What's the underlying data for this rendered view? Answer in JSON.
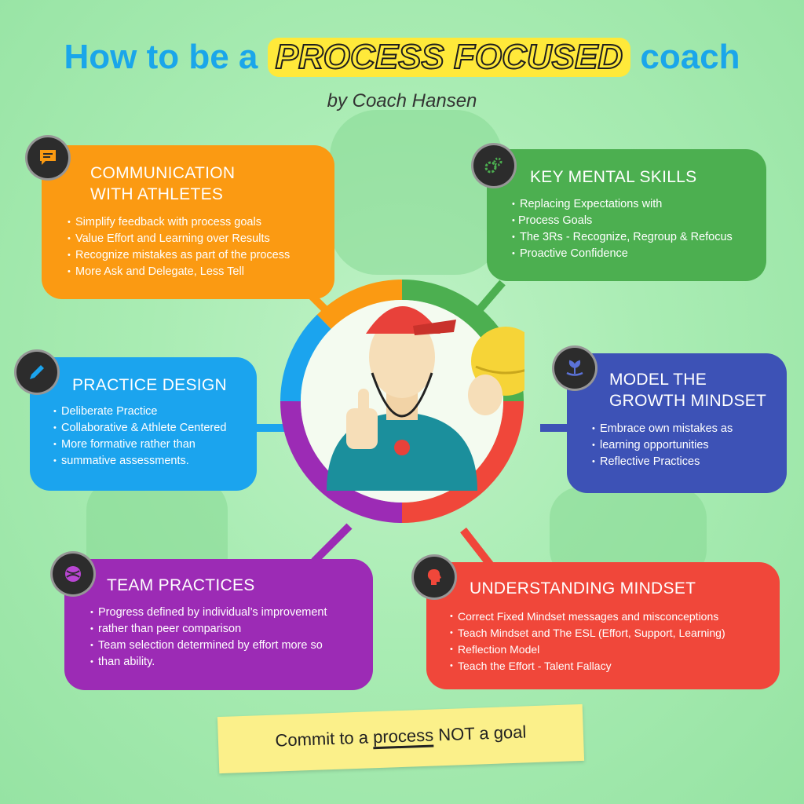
{
  "header": {
    "title_prefix": "How to be a",
    "title_highlight": "PROCESS FOCUSED",
    "title_suffix": "coach",
    "subtitle": "by Coach Hansen"
  },
  "colors": {
    "communication": "#fb9a12",
    "mental": "#4caf50",
    "practice": "#1ba4ee",
    "growth": "#3d52b6",
    "team": "#9c2bb5",
    "understanding": "#f0473a"
  },
  "cards": {
    "communication": {
      "icon": "chat-bubble-icon",
      "title_line1": "COMMUNICATION",
      "title_line2": "WITH ATHLETES",
      "items": [
        "Simplify feedback with process goals",
        "Value Effort and Learning over Results",
        "Recognize mistakes as part of the process",
        "More Ask and Delegate, Less Tell"
      ]
    },
    "mental": {
      "icon": "gears-icon",
      "title": "KEY MENTAL SKILLS",
      "items": [
        "Replacing Expectations with",
        "Process Goals",
        "The 3Rs - Recognize, Regroup & Refocus",
        "Proactive Confidence"
      ]
    },
    "practice": {
      "icon": "pencil-icon",
      "title": "PRACTICE DESIGN",
      "items": [
        "Deliberate Practice",
        "Collaborative & Athlete Centered",
        "More formative rather than",
        "summative assessments."
      ]
    },
    "growth": {
      "icon": "growing-plant-icon",
      "title_line1": "MODEL THE",
      "title_line2": "GROWTH MINDSET",
      "items": [
        "Embrace own mistakes as",
        "learning opportunities",
        "Reflective Practices"
      ]
    },
    "team": {
      "icon": "ball-icon",
      "title": "TEAM PRACTICES",
      "items": [
        "Progress defined by individual’s improvement",
        "rather than peer comparison",
        "Team selection determined by effort more so",
        "than ability."
      ]
    },
    "understanding": {
      "icon": "head-icon",
      "title": "UNDERSTANDING MINDSET",
      "items": [
        "Correct Fixed Mindset messages and misconceptions",
        "Teach Mindset and The ESL (Effort, Support, Learning)",
        "Reflection Model",
        "Teach the Effort - Talent Fallacy"
      ]
    }
  },
  "footer": {
    "part1": "Commit to a",
    "part2": "process",
    "part3": "NOT a goal"
  }
}
